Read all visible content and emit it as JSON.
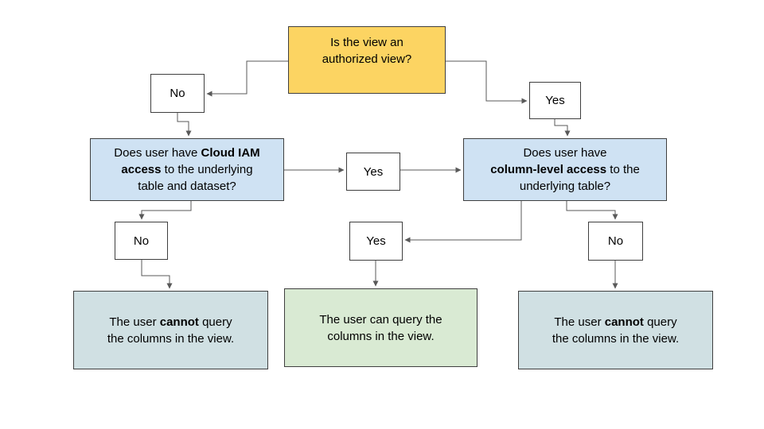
{
  "diagram": {
    "nodes": {
      "root_question": {
        "text": "Is the view an\nauthorized view?"
      },
      "no_top": {
        "label": "No"
      },
      "yes_top": {
        "label": "Yes"
      },
      "iam_question": {
        "prefix": "Does user have ",
        "bold": "Cloud IAM\naccess",
        "suffix": " to the underlying\ntable and dataset?"
      },
      "column_question": {
        "prefix": "Does user have\n",
        "bold": "column-level access",
        "suffix": " to the\nunderlying table?"
      },
      "yes_mid": {
        "label": "Yes"
      },
      "no_left": {
        "label": "No"
      },
      "yes_bottom": {
        "label": "Yes"
      },
      "no_right": {
        "label": "No"
      },
      "result_left": {
        "prefix": "The user ",
        "bold": "cannot",
        "suffix": " query\nthe columns in the view."
      },
      "result_mid": {
        "text": "The user can query the\ncolumns in the view."
      },
      "result_right": {
        "prefix": "The user ",
        "bold": "cannot",
        "suffix": " query\nthe columns in the view."
      }
    },
    "colors": {
      "background": "#FFFFFF",
      "root_fill": "#FCD462",
      "question_fill": "#CFE2F3",
      "result_no_fill": "#D0E0E3",
      "result_yes_fill": "#D9EAD3",
      "box_border": "#3F3F3F",
      "connector": "#595959",
      "text": "#000000"
    }
  }
}
